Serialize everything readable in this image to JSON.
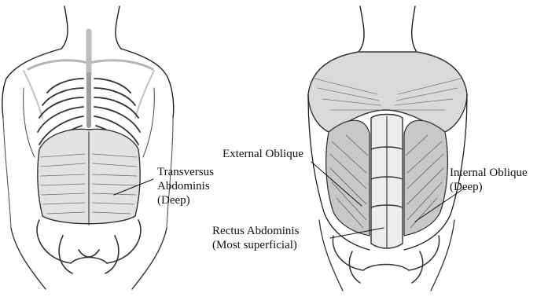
{
  "figures": {
    "left": {
      "labels": {
        "transversus": [
          "Transversus",
          "Abdominis",
          "(Deep)"
        ]
      }
    },
    "right": {
      "labels": {
        "external_oblique": "External Oblique",
        "internal_oblique": [
          "Internal Oblique",
          "(Deep)"
        ],
        "rectus": [
          "Rectus Abdominis",
          "(Most superficial)"
        ]
      }
    }
  },
  "colors": {
    "ink": "#1a1a1a",
    "shade": "#6b6b6b",
    "light_line": "#b5b5b5",
    "background": "#ffffff"
  }
}
